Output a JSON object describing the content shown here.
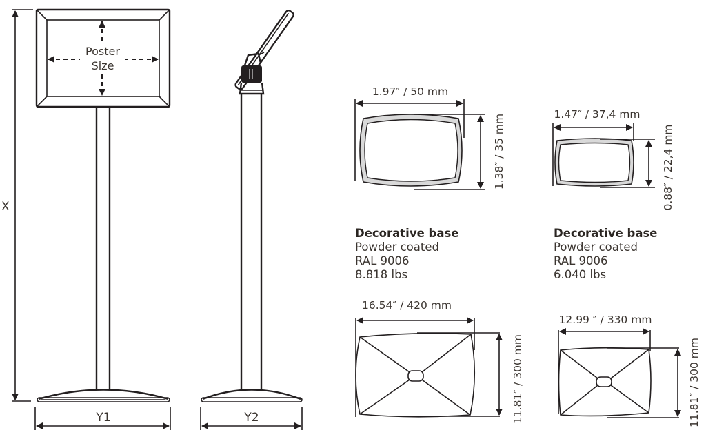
{
  "stand_front": {
    "poster_label_line1": "Poster",
    "poster_label_line2": "Size",
    "height_label": "X",
    "base_width_label": "Y1"
  },
  "stand_side": {
    "base_width_label": "Y2"
  },
  "profiles": [
    {
      "width_label": "1.97″ / 50 mm",
      "height_label": "1.38″ / 35 mm"
    },
    {
      "width_label": "1.47″ / 37,4 mm",
      "height_label": "0.88″ / 22,4 mm"
    }
  ],
  "specs": [
    {
      "title": "Decorative base",
      "finish": "Powder coated",
      "color": "RAL 9006",
      "weight": "8.818 lbs"
    },
    {
      "title": "Decorative base",
      "finish": "Powder coated",
      "color": "RAL 9006",
      "weight": "6.040 lbs"
    }
  ],
  "bases": [
    {
      "width_label": "16.54″ / 420 mm",
      "height_label": "11.81″ / 300 mm"
    },
    {
      "width_label": "12.99 ″ / 330 mm",
      "height_label": "11.81″ / 300 mm"
    }
  ]
}
